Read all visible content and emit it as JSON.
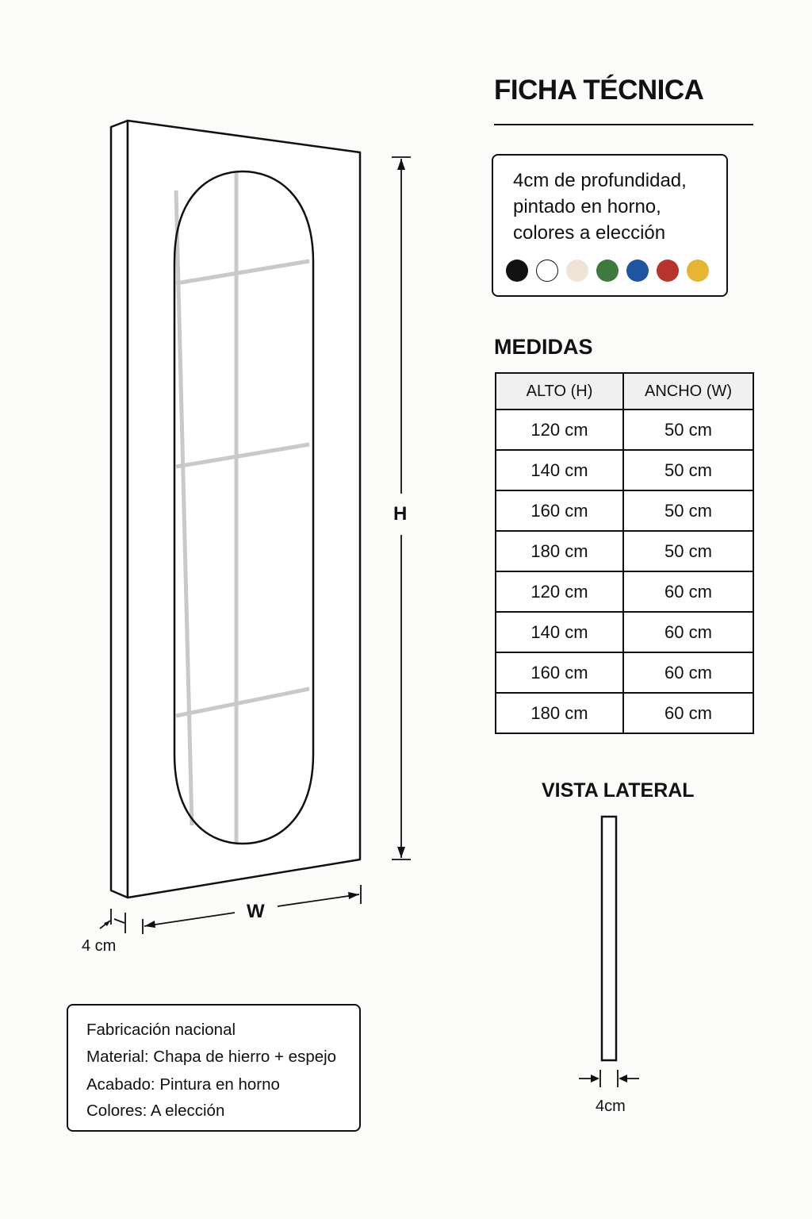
{
  "header": {
    "title": "FICHA TÉCNICA"
  },
  "spec_box": {
    "lines": [
      "4cm de profundidad,",
      "pintado en horno,",
      "colores a elección"
    ],
    "colors": [
      {
        "name": "negro",
        "hex": "#111111"
      },
      {
        "name": "blanco",
        "hex": "#ffffff"
      },
      {
        "name": "crema",
        "hex": "#efe4d6"
      },
      {
        "name": "verde",
        "hex": "#3d7a3e"
      },
      {
        "name": "azul",
        "hex": "#1f55a0"
      },
      {
        "name": "rojo",
        "hex": "#b8342a"
      },
      {
        "name": "amarillo",
        "hex": "#e6b531"
      }
    ]
  },
  "medidas": {
    "title": "MEDIDAS",
    "headers": [
      "ALTO (H)",
      "ANCHO (W)"
    ],
    "rows": [
      [
        "120 cm",
        "50 cm"
      ],
      [
        "140 cm",
        "50 cm"
      ],
      [
        "160 cm",
        "50 cm"
      ],
      [
        "180 cm",
        "50 cm"
      ],
      [
        "120 cm",
        "60 cm"
      ],
      [
        "140 cm",
        "60 cm"
      ],
      [
        "160 cm",
        "60 cm"
      ],
      [
        "180 cm",
        "60 cm"
      ]
    ]
  },
  "mirror_drawing": {
    "height_label": "H",
    "width_label": "W",
    "depth_label": "4 cm"
  },
  "side_view": {
    "title": "VISTA LATERAL",
    "depth_label": "4cm"
  },
  "info_box": {
    "lines": [
      "Fabricación nacional",
      "Material: Chapa de hierro + espejo",
      "Acabado: Pintura en horno",
      "Colores: A elección"
    ]
  }
}
